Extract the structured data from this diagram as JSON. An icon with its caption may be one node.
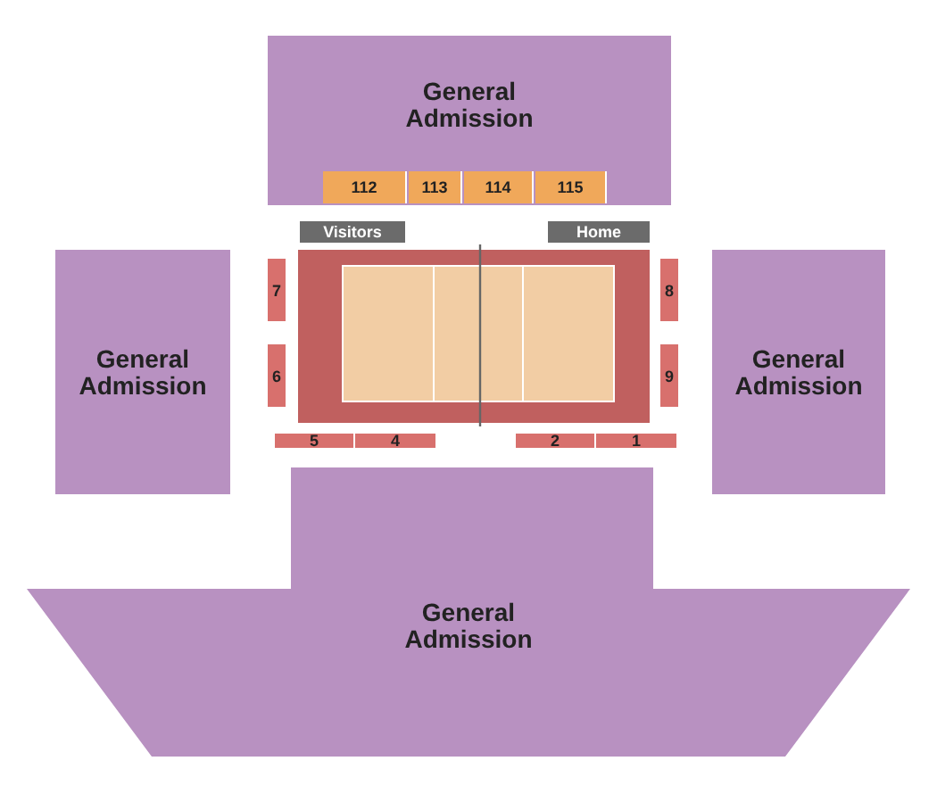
{
  "diagram": {
    "nodes": [
      {
        "text": [
          "General Admission"
        ]
      },
      {
        "text": [
          "112"
        ],
        "in": 0
      },
      {
        "text": [
          "113"
        ],
        "in": 0
      },
      {
        "text": [
          "114"
        ],
        "in": 0
      },
      {
        "text": [
          "115"
        ],
        "in": 0
      },
      {
        "text": [
          "Visitors"
        ]
      },
      {
        "text": [
          "Home"
        ]
      },
      {
        "text": [
          "7"
        ]
      },
      {
        "text": [
          "8"
        ]
      },
      {
        "text": [
          "6"
        ]
      },
      {
        "text": [
          "9"
        ]
      },
      {
        "text": [
          "General Admission"
        ]
      },
      {
        "text": [
          "General Admission"
        ]
      },
      {
        "text": [
          "5"
        ]
      },
      {
        "text": [
          "4"
        ]
      },
      {
        "text": [
          "2"
        ]
      },
      {
        "text": [
          "1"
        ]
      },
      {
        "text": [
          "General Admission"
        ]
      }
    ]
  }
}
